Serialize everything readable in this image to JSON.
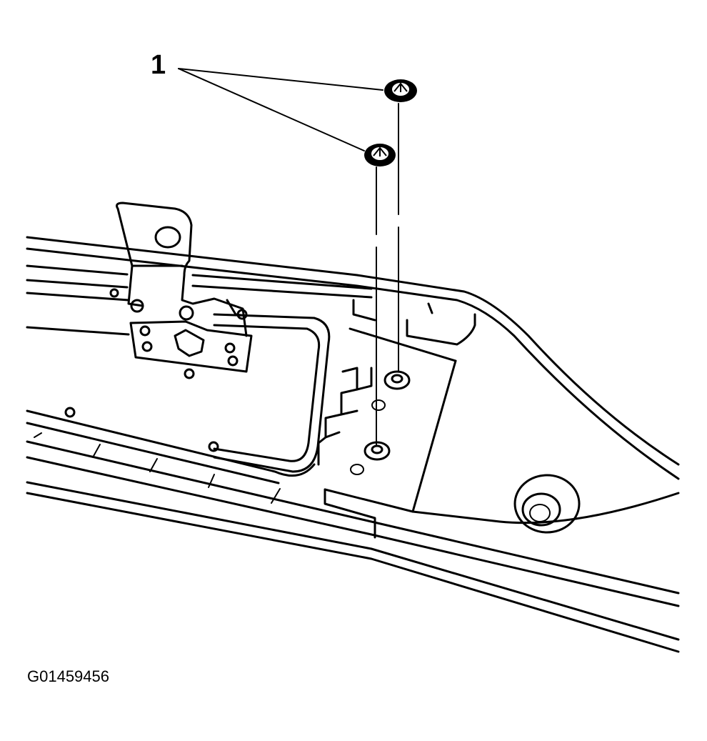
{
  "diagram": {
    "callout_number": "1",
    "figure_id": "G01459456",
    "parts": [
      {
        "callout": "1",
        "icon": "push-pin-retainer-icon",
        "count": 2
      }
    ]
  }
}
